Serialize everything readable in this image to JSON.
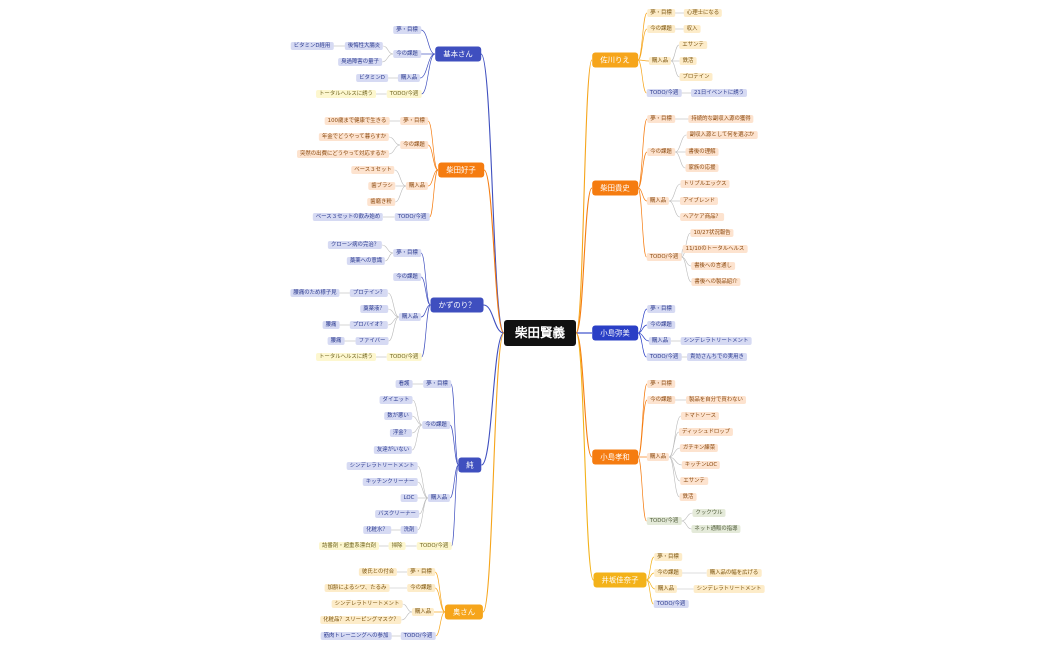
{
  "root": "柴田賢義",
  "colors": {
    "blue_main": "#3f4fbf",
    "blue_sub": "#d6daf3",
    "orange_main": "#f57c10",
    "orange_sub": "#fde3cf",
    "amber_main": "#f6a51b",
    "amber_sub": "#fdecc9",
    "yellow_sub": "#fdf7cf",
    "green_sub": "#e4ead9",
    "navy_main": "#2a3fc6",
    "gold_main": "#f3b21a"
  },
  "branches": [
    {
      "label": "基本さん",
      "children": [
        {
          "label": "夢・目標",
          "children": []
        },
        {
          "label": "今の課題",
          "children": [
            {
              "label": "後悔性大腸炎",
              "children": [
                {
                  "label": "ビタミンD経用"
                }
              ]
            },
            {
              "label": "臭過障害の量子",
              "children": []
            }
          ]
        },
        {
          "label": "購入品",
          "children": [
            {
              "label": "ビタミンD"
            }
          ]
        },
        {
          "label": "TODO/今週",
          "children": [
            {
              "label": "トータルヘルスに誘う"
            }
          ]
        }
      ]
    },
    {
      "label": "柴田好子",
      "children": [
        {
          "label": "夢・目標",
          "children": [
            {
              "label": "100歳まで健康で生きる"
            }
          ]
        },
        {
          "label": "今の課題",
          "children": [
            {
              "label": "年金でどうやって暮らすか"
            },
            {
              "label": "突然の出費にどうやって対応するか"
            }
          ]
        },
        {
          "label": "購入品",
          "children": [
            {
              "label": "ベース３セット"
            },
            {
              "label": "歯ブラシ"
            },
            {
              "label": "歯磨き粉"
            }
          ]
        },
        {
          "label": "TODO/今週",
          "children": [
            {
              "label": "ベース３セットの飲み始め"
            }
          ]
        }
      ]
    },
    {
      "label": "かずのり？",
      "children": [
        {
          "label": "夢・目標",
          "children": [
            {
              "label": "クローン病の完治？"
            },
            {
              "label": "藁薬への意識"
            }
          ]
        },
        {
          "label": "今の課題",
          "children": []
        },
        {
          "label": "購入品",
          "children": [
            {
              "label": "プロテイン？",
              "children": [
                {
                  "label": "腰痛のため様子見"
                }
              ]
            },
            {
              "label": "藁薬液？",
              "children": []
            },
            {
              "label": "プロバイオ？",
              "children": [
                {
                  "label": "腰痛"
                }
              ]
            },
            {
              "label": "ファイバー",
              "children": [
                {
                  "label": "腰痛"
                }
              ]
            }
          ]
        },
        {
          "label": "TODO/今週",
          "children": [
            {
              "label": "トータルヘルスに誘う"
            }
          ]
        }
      ]
    },
    {
      "label": "純",
      "children": [
        {
          "label": "夢・目標",
          "children": [
            {
              "label": "看護"
            }
          ]
        },
        {
          "label": "今の課題",
          "children": [
            {
              "label": "ダイエット"
            },
            {
              "label": "数が悪い"
            },
            {
              "label": "浮金？"
            },
            {
              "label": "友達がいない"
            }
          ]
        },
        {
          "label": "購入品",
          "children": [
            {
              "label": "シンデレラトリートメント"
            },
            {
              "label": "キッチンクリーナー"
            },
            {
              "label": "LOC"
            },
            {
              "label": "バスクリーナー"
            },
            {
              "label": "洗剤",
              "children": [
                {
                  "label": "化粧水？"
                }
              ]
            }
          ]
        },
        {
          "label": "TODO/今週",
          "children": [
            {
              "label": "掃除",
              "children": [
                {
                  "label": "詰番剤・超重系漂白剤"
                }
              ]
            }
          ]
        }
      ]
    },
    {
      "label": "奥さん",
      "children": [
        {
          "label": "夢・目標",
          "children": [
            {
              "label": "彼氏との付合"
            }
          ]
        },
        {
          "label": "今の課題",
          "children": [
            {
              "label": "加齢によるシワ、たるみ"
            }
          ]
        },
        {
          "label": "購入品",
          "children": [
            {
              "label": "シンデレラトリートメント"
            },
            {
              "label": "化粧品？スリーピングマスク？"
            }
          ]
        },
        {
          "label": "TODO/今週",
          "children": [
            {
              "label": "筋肉トレーニングへの参加"
            }
          ]
        }
      ]
    },
    {
      "label": "佐川りえ",
      "children": [
        {
          "label": "夢・目標",
          "children": [
            {
              "label": "心理士になる"
            }
          ]
        },
        {
          "label": "今の課題",
          "children": [
            {
              "label": "収入"
            }
          ]
        },
        {
          "label": "購入品",
          "children": [
            {
              "label": "エサンテ"
            },
            {
              "label": "鉄活"
            },
            {
              "label": "プロテイン"
            }
          ]
        },
        {
          "label": "TODO/今週",
          "children": [
            {
              "label": "21日イベントに誘う"
            }
          ]
        }
      ]
    },
    {
      "label": "柴田貴史",
      "children": [
        {
          "label": "夢・目標",
          "children": [
            {
              "label": "持続的な副収入源の獲得"
            }
          ]
        },
        {
          "label": "今の課題",
          "children": [
            {
              "label": "副収入源として何を選ぶか"
            },
            {
              "label": "書後の理解"
            },
            {
              "label": "家族の応援"
            }
          ]
        },
        {
          "label": "購入品",
          "children": [
            {
              "label": "トリプルエックス"
            },
            {
              "label": "アイブレンド"
            },
            {
              "label": "ヘアケア商品？"
            }
          ]
        },
        {
          "label": "TODO/今週",
          "children": [
            {
              "label": "10/27状況報告"
            },
            {
              "label": "11/10のトータルヘルス"
            },
            {
              "label": "書後への言通し"
            },
            {
              "label": "書後への製品紹介"
            }
          ]
        }
      ]
    },
    {
      "label": "小島弥美",
      "children": [
        {
          "label": "夢・目標",
          "children": []
        },
        {
          "label": "今の課題",
          "children": []
        },
        {
          "label": "購入品",
          "children": [
            {
              "label": "シンデレラトリートメント"
            }
          ]
        },
        {
          "label": "TODO/今週",
          "children": [
            {
              "label": "貴効さんちでの実用き"
            }
          ]
        }
      ]
    },
    {
      "label": "小島孝和",
      "children": [
        {
          "label": "夢・目標",
          "children": []
        },
        {
          "label": "今の課題",
          "children": [
            {
              "label": "製品を自分で買わない"
            }
          ]
        },
        {
          "label": "購入品",
          "children": [
            {
              "label": "トマトソース"
            },
            {
              "label": "ディッシュドロップ"
            },
            {
              "label": "ガチキン練菜"
            },
            {
              "label": "キッチンLOC"
            },
            {
              "label": "エサンテ"
            },
            {
              "label": "鉄活"
            }
          ]
        },
        {
          "label": "TODO/今週",
          "children": [
            {
              "label": "クックウル"
            },
            {
              "label": "ネット通販の指導"
            }
          ]
        }
      ]
    },
    {
      "label": "井坂佳奈子",
      "children": [
        {
          "label": "夢・目標",
          "children": []
        },
        {
          "label": "今の課題",
          "children": [
            {
              "label": "購入品の幅を広げる"
            }
          ]
        },
        {
          "label": "購入品",
          "children": [
            {
              "label": "シンデレラトリートメント"
            }
          ]
        },
        {
          "label": "TODO/今週",
          "children": []
        }
      ]
    }
  ]
}
